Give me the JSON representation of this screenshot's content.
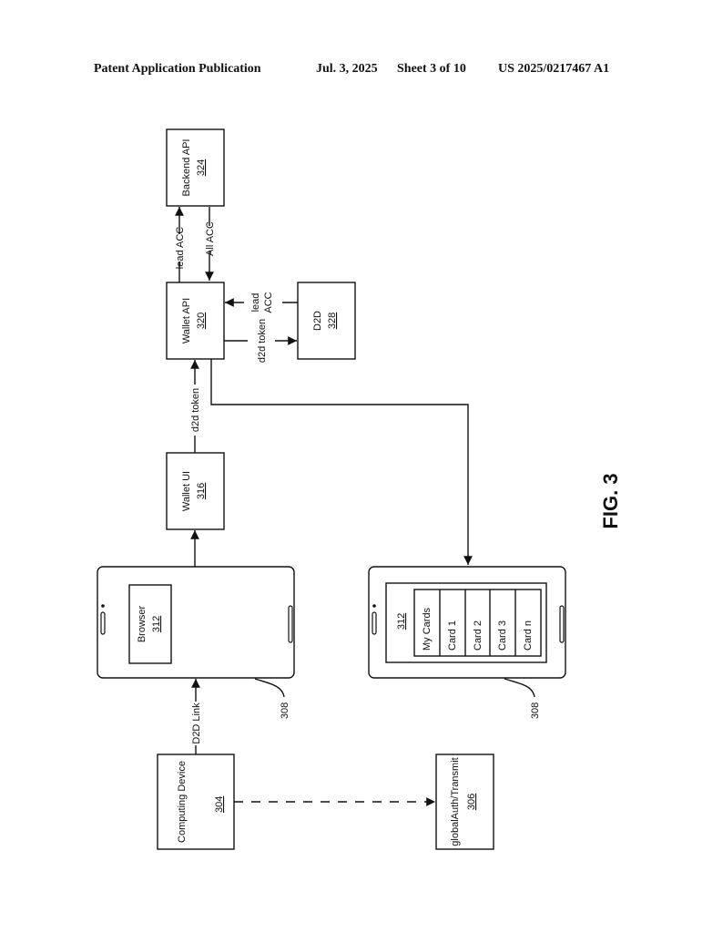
{
  "header": {
    "publication": "Patent Application Publication",
    "date": "Jul. 3, 2025",
    "sheet": "Sheet 3 of 10",
    "number": "US 2025/0217467 A1"
  },
  "figure_label": "FIG. 3",
  "nodes": {
    "backend_api": {
      "label": "Backend API",
      "ref": "324"
    },
    "wallet_api": {
      "label": "Wallet API",
      "ref": "320"
    },
    "d2d": {
      "label": "D2D",
      "ref": "328"
    },
    "wallet_ui": {
      "label": "Wallet UI",
      "ref": "316"
    },
    "browser": {
      "label": "Browser",
      "ref": "312"
    },
    "computing_device": {
      "label": "Computing Device",
      "ref": "304"
    },
    "global_auth": {
      "label": "globalAuth/Transmit",
      "ref": "306"
    },
    "device_top_ref": "308",
    "device_bottom_ref": "308",
    "wallet_screen": {
      "ref": "312",
      "rows": [
        "My Cards",
        "Card 1",
        "Card 2",
        "Card 3",
        "Card n"
      ]
    }
  },
  "edges": {
    "lead_acc_up": "lead ACC",
    "all_acc": "All ACC",
    "lead_acc_from_d2d": [
      "lead",
      "ACC"
    ],
    "d2d_token_to_d2d": "d2d token",
    "d2d_token": "d2d token",
    "d2d_link": "D2D Link"
  }
}
